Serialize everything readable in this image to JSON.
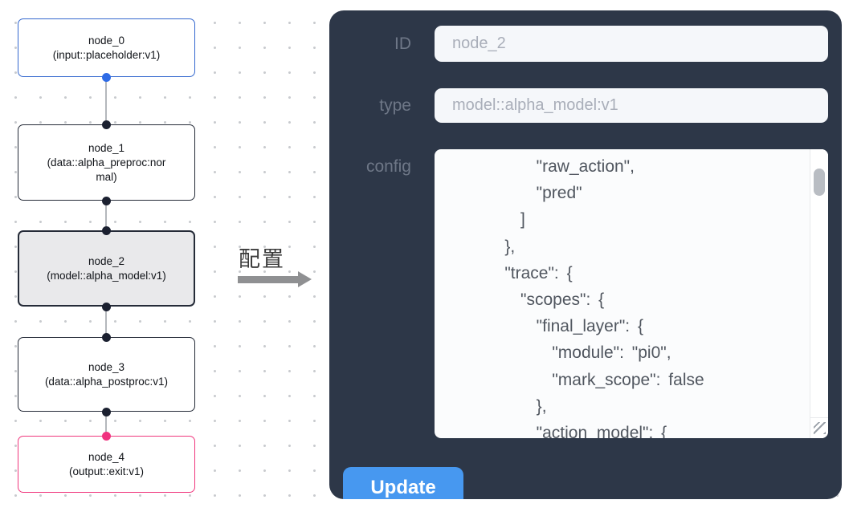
{
  "flow": {
    "nodes": [
      {
        "label": "node_0",
        "sublabel": "(input::placeholder:v1)",
        "variant": "input"
      },
      {
        "label": "node_1",
        "sublabel": "(data::alpha_preproc:normal)",
        "variant": "default"
      },
      {
        "label": "node_2",
        "sublabel": "(model::alpha_model:v1)",
        "variant": "selected"
      },
      {
        "label": "node_3",
        "sublabel": "(data::alpha_postproc:v1)",
        "variant": "default"
      },
      {
        "label": "node_4",
        "sublabel": "(output::exit:v1)",
        "variant": "output"
      }
    ]
  },
  "arrow": {
    "label": "配置"
  },
  "panel": {
    "id_field": {
      "label": "ID",
      "value": "node_2"
    },
    "type_field": {
      "label": "type",
      "value": "model::alpha_model:v1"
    },
    "config_field": {
      "label": "config",
      "value": "        \"raw_action\",\n        \"pred\"\n      ]\n    },\n    \"trace\": {\n      \"scopes\": {\n        \"final_layer\": {\n          \"module\": \"pi0\",\n          \"mark_scope\": false\n        },\n        \"action_model\": {"
    },
    "update_label": "Update"
  },
  "colors": {
    "panel_bg": "#2d3748",
    "accent_blue": "#4798f0",
    "node_input_border": "#3468cf",
    "node_default_border": "#252b38",
    "node_selected_bg": "#e9e9eb",
    "node_output_border": "#f0377d",
    "handle_dark": "#1b2030",
    "handle_blue": "#2e6be6",
    "handle_pink": "#f0327f"
  }
}
